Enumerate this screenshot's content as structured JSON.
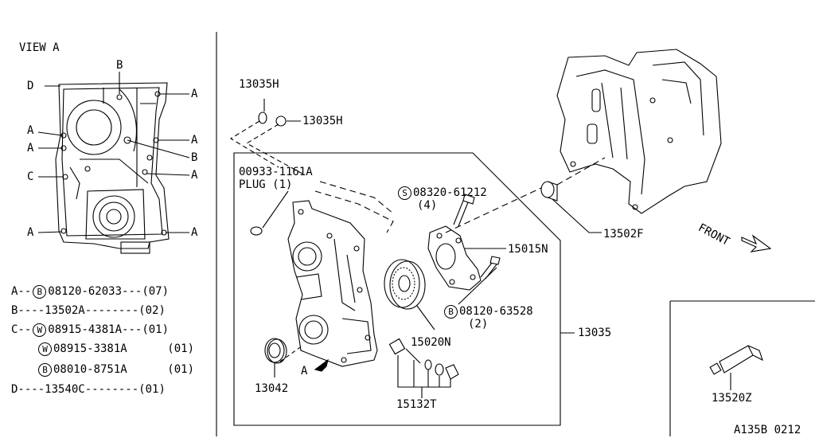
{
  "view_a": {
    "title": "VIEW A",
    "callouts": {
      "b_top": "B",
      "d": "D",
      "a_r1": "A",
      "a_l1": "A",
      "a_l2": "A",
      "a_r2": "A",
      "b_r": "B",
      "a_r3": "A",
      "c": "C",
      "a_l3": "A",
      "a_r4": "A"
    }
  },
  "legend": [
    {
      "key": "A",
      "dashes": "--",
      "circle": "B",
      "part": "08120-62033",
      "fill": "---",
      "qty": "(07)"
    },
    {
      "key": "B",
      "dashes": "----",
      "circle": "",
      "part": "13502A",
      "fill": "--------",
      "qty": "(02)"
    },
    {
      "key": "C",
      "dashes": "--",
      "circle": "W",
      "part": "08915-4381A",
      "fill": "---",
      "qty": "(01)"
    },
    {
      "key": "",
      "dashes": "",
      "circle": "W",
      "part": "08915-3381A",
      "fill": "",
      "qty": "(01)"
    },
    {
      "key": "",
      "dashes": "",
      "circle": "B",
      "part": "08010-8751A",
      "fill": "",
      "qty": "(01)"
    },
    {
      "key": "D",
      "dashes": "----",
      "circle": "",
      "part": "13540C",
      "fill": "--------",
      "qty": "(01)"
    }
  ],
  "parts": {
    "p13035h_top": "13035H",
    "p13035h_right": "13035H",
    "p00933": "00933-1161A",
    "plug": "PLUG (1)",
    "s_circle": "S",
    "p08320": "08320-61212",
    "p08320_qty": "(4)",
    "p13502f": "13502F",
    "p15015n": "15015N",
    "b_circle": "B",
    "p08120": "08120-63528",
    "p08120_qty": "(2)",
    "p13035": "13035",
    "p15020n": "15020N",
    "p13042": "13042",
    "view_arrow": "A",
    "p15132t": "15132T",
    "p13520z": "13520Z",
    "front": "FRONT",
    "ref_code": "A135B 0212"
  }
}
